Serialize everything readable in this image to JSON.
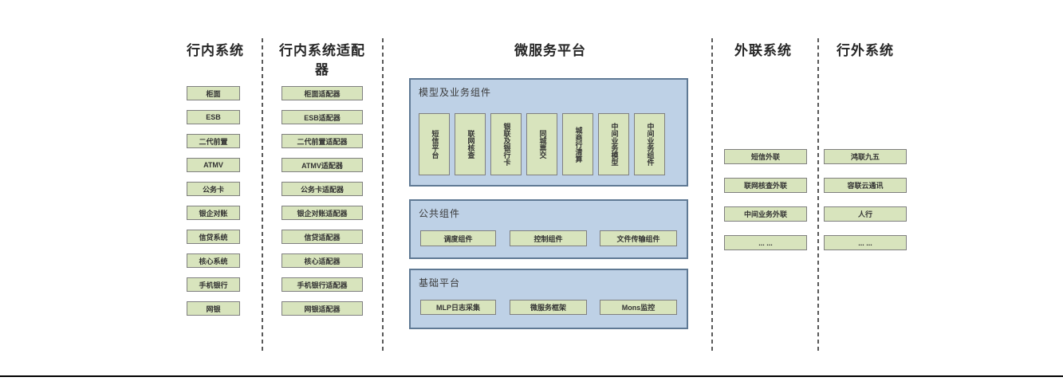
{
  "columns": [
    {
      "header": "行内系统",
      "items": [
        "柜面",
        "ESB",
        "二代前置",
        "ATMV",
        "公务卡",
        "银企对账",
        "信贷系统",
        "核心系统",
        "手机银行",
        "网银"
      ]
    },
    {
      "header": "行内系统适配器",
      "items": [
        "柜面适配器",
        "ESB适配器",
        "二代前置适配器",
        "ATMV适配器",
        "公务卡适配器",
        "银企对账适配器",
        "信贷适配器",
        "核心适配器",
        "手机银行适配器",
        "网银适配器"
      ]
    },
    {
      "header": "微服务平台",
      "panels": [
        {
          "title": "模型及业务组件",
          "items": [
            "短信平台",
            "联网核查",
            "银联及银行卡",
            "同城票交",
            "城商行清算",
            "中间业务模型",
            "中间业务组件"
          ]
        },
        {
          "title": "公共组件",
          "items": [
            "调度组件",
            "控制组件",
            "文件传输组件"
          ]
        },
        {
          "title": "基础平台",
          "items": [
            "MLP日志采集",
            "微服务框架",
            "Mons监控"
          ]
        }
      ]
    },
    {
      "header": "外联系统",
      "items": [
        "短信外联",
        "联网核查外联",
        "中间业务外联",
        "... ..."
      ]
    },
    {
      "header": "行外系统",
      "items": [
        "鸿联九五",
        "容联云通讯",
        "人行",
        "... ..."
      ]
    }
  ],
  "colors": {
    "green_fill": "#d8e4bd",
    "green_border": "#7f7f7f",
    "blue_fill": "#bed1e6",
    "blue_border": "#5f7994",
    "divider": "#595959",
    "header_text": "#262626",
    "box_text": "#333333"
  }
}
